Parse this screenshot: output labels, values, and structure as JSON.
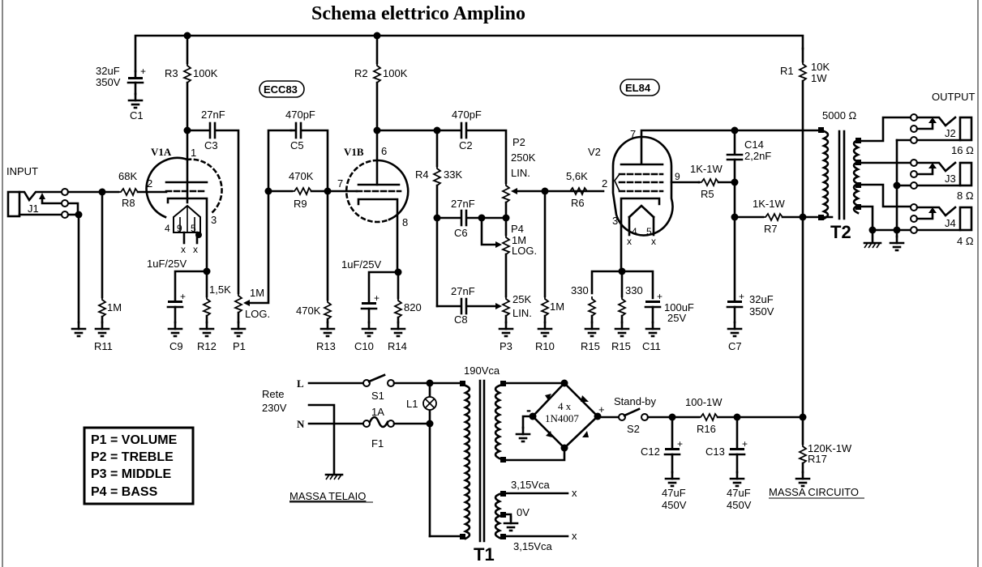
{
  "title": "Schema elettrico Amplino",
  "tubes": {
    "ecc83_tag": "ECC83",
    "el84_tag": "EL84",
    "v1a": {
      "label": "V1A",
      "pins": [
        "1",
        "2",
        "3",
        "4",
        "9",
        "5"
      ]
    },
    "v1b": {
      "label": "V1B",
      "pins": [
        "6",
        "7",
        "8"
      ]
    },
    "v2": {
      "label": "V2",
      "pins": [
        "7",
        "2",
        "9",
        "3",
        "4",
        "5"
      ]
    },
    "nc": "x"
  },
  "input": {
    "label": "INPUT",
    "jack": "J1"
  },
  "output": {
    "label": "OUTPUT",
    "jacks": [
      {
        "name": "J2",
        "impedance": "16 Ω"
      },
      {
        "name": "J3",
        "impedance": "8 Ω"
      },
      {
        "name": "J4",
        "impedance": "4 Ω"
      }
    ]
  },
  "components": {
    "C1": {
      "ref": "C1",
      "value": "32uF",
      "value2": "350V"
    },
    "R3": {
      "ref": "R3",
      "value": "100K"
    },
    "C3": {
      "ref": "C3",
      "value": "27nF"
    },
    "R8": {
      "ref": "R8",
      "value": "68K"
    },
    "R11": {
      "ref": "R11",
      "value": "1M"
    },
    "C9": {
      "ref": "C9",
      "value": "1uF/25V"
    },
    "R12": {
      "ref": "R12",
      "value": "1,5K"
    },
    "P1": {
      "ref": "P1",
      "value": "1M",
      "taper": "LOG."
    },
    "C5": {
      "ref": "C5",
      "value": "470pF"
    },
    "R9": {
      "ref": "R9",
      "value": "470K"
    },
    "R13": {
      "ref": "R13",
      "value": "470K"
    },
    "R2": {
      "ref": "R2",
      "value": "100K"
    },
    "C10": {
      "ref": "C10",
      "value": "1uF/25V"
    },
    "R14": {
      "ref": "R14",
      "value": "820"
    },
    "C2": {
      "ref": "C2",
      "value": "470pF"
    },
    "R4": {
      "ref": "R4",
      "value": "33K"
    },
    "C6": {
      "ref": "C6",
      "value": "27nF"
    },
    "C8": {
      "ref": "C8",
      "value": "27nF"
    },
    "P2": {
      "ref": "P2",
      "value": "250K",
      "taper": "LIN."
    },
    "P4": {
      "ref": "P4",
      "value": "1M",
      "taper": "LOG."
    },
    "P3": {
      "ref": "P3",
      "value": "25K",
      "taper": "LIN."
    },
    "R10": {
      "ref": "R10",
      "value": "1M"
    },
    "R6": {
      "ref": "R6",
      "value": "5,6K"
    },
    "R15a": {
      "ref": "R15",
      "value": "330"
    },
    "R15b": {
      "ref": "R15",
      "value": "330"
    },
    "C11": {
      "ref": "C11",
      "value": "100uF",
      "value2": "25V"
    },
    "R5": {
      "ref": "R5",
      "value": "1K-1W"
    },
    "R7": {
      "ref": "R7",
      "value": "1K-1W"
    },
    "C14": {
      "ref": "C14",
      "value": "2,2nF"
    },
    "C7": {
      "ref": "C7",
      "value": "32uF",
      "value2": "350V"
    },
    "R1": {
      "ref": "R1",
      "value": "10K",
      "value2": "1W"
    },
    "T2": {
      "ref": "T2",
      "value": "5000 Ω"
    },
    "T1": {
      "ref": "T1",
      "primary": "190Vca",
      "heater_top": "3,15Vca",
      "heater_center": "0V",
      "heater_bottom": "3,15Vca"
    },
    "S1": {
      "ref": "S1"
    },
    "F1": {
      "ref": "F1",
      "value": "1A"
    },
    "L1": {
      "ref": "L1"
    },
    "bridge": {
      "count": "4 x",
      "part": "1N4007",
      "minus": "-",
      "plus": "+"
    },
    "S2": {
      "ref": "S2",
      "label": "Stand-by"
    },
    "R16": {
      "ref": "R16",
      "value": "100-1W"
    },
    "C12": {
      "ref": "C12",
      "value": "47uF",
      "value2": "450V"
    },
    "C13": {
      "ref": "C13",
      "value": "47uF",
      "value2": "450V"
    },
    "R17": {
      "ref": "R17",
      "value": "120K-1W"
    }
  },
  "mains": {
    "line": "L",
    "neutral": "N",
    "label": "Rete",
    "voltage": "230V",
    "chassis_ground": "MASSA TELAIO",
    "circuit_ground": "MASSA CIRCUITO"
  },
  "legend": [
    "P1 = VOLUME",
    "P2 = TREBLE",
    "P3 = MIDDLE",
    "P4 = BASS"
  ]
}
